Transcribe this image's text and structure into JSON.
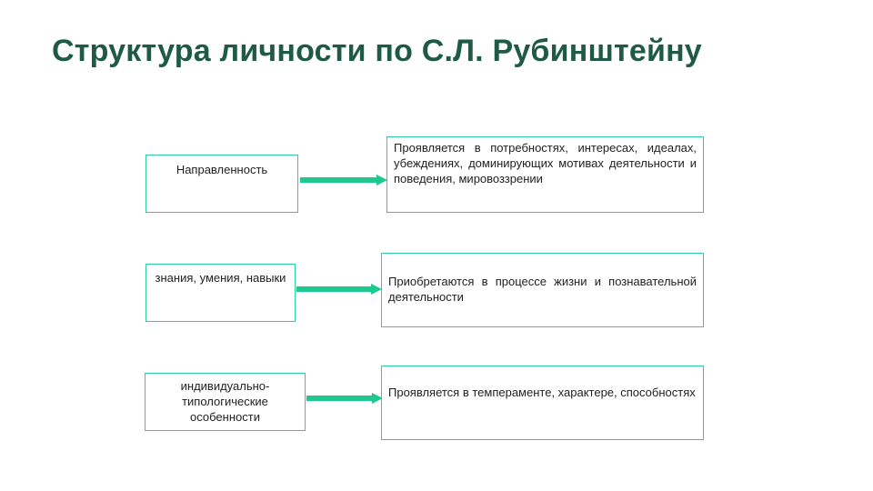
{
  "title": "Структура личности по С.Л. Рубинштейну",
  "rows": [
    {
      "left": "Направленность",
      "right": "Проявляется в потребностях, интересах, идеалах, убеждениях, доминирующих мотивах деятельности и поведения, мировоззрении"
    },
    {
      "left": "знания, умения, навыки",
      "right": "Приобретаются в процессе жизни и познавательной деятельности"
    },
    {
      "left": "индивидуально-типологические особенности",
      "right": "Проявляется в темпераменте, характере, способностях"
    }
  ],
  "colors": {
    "title": "#1e5a45",
    "box_border": "#2fcf9c",
    "arrow": "#1ec98f"
  }
}
